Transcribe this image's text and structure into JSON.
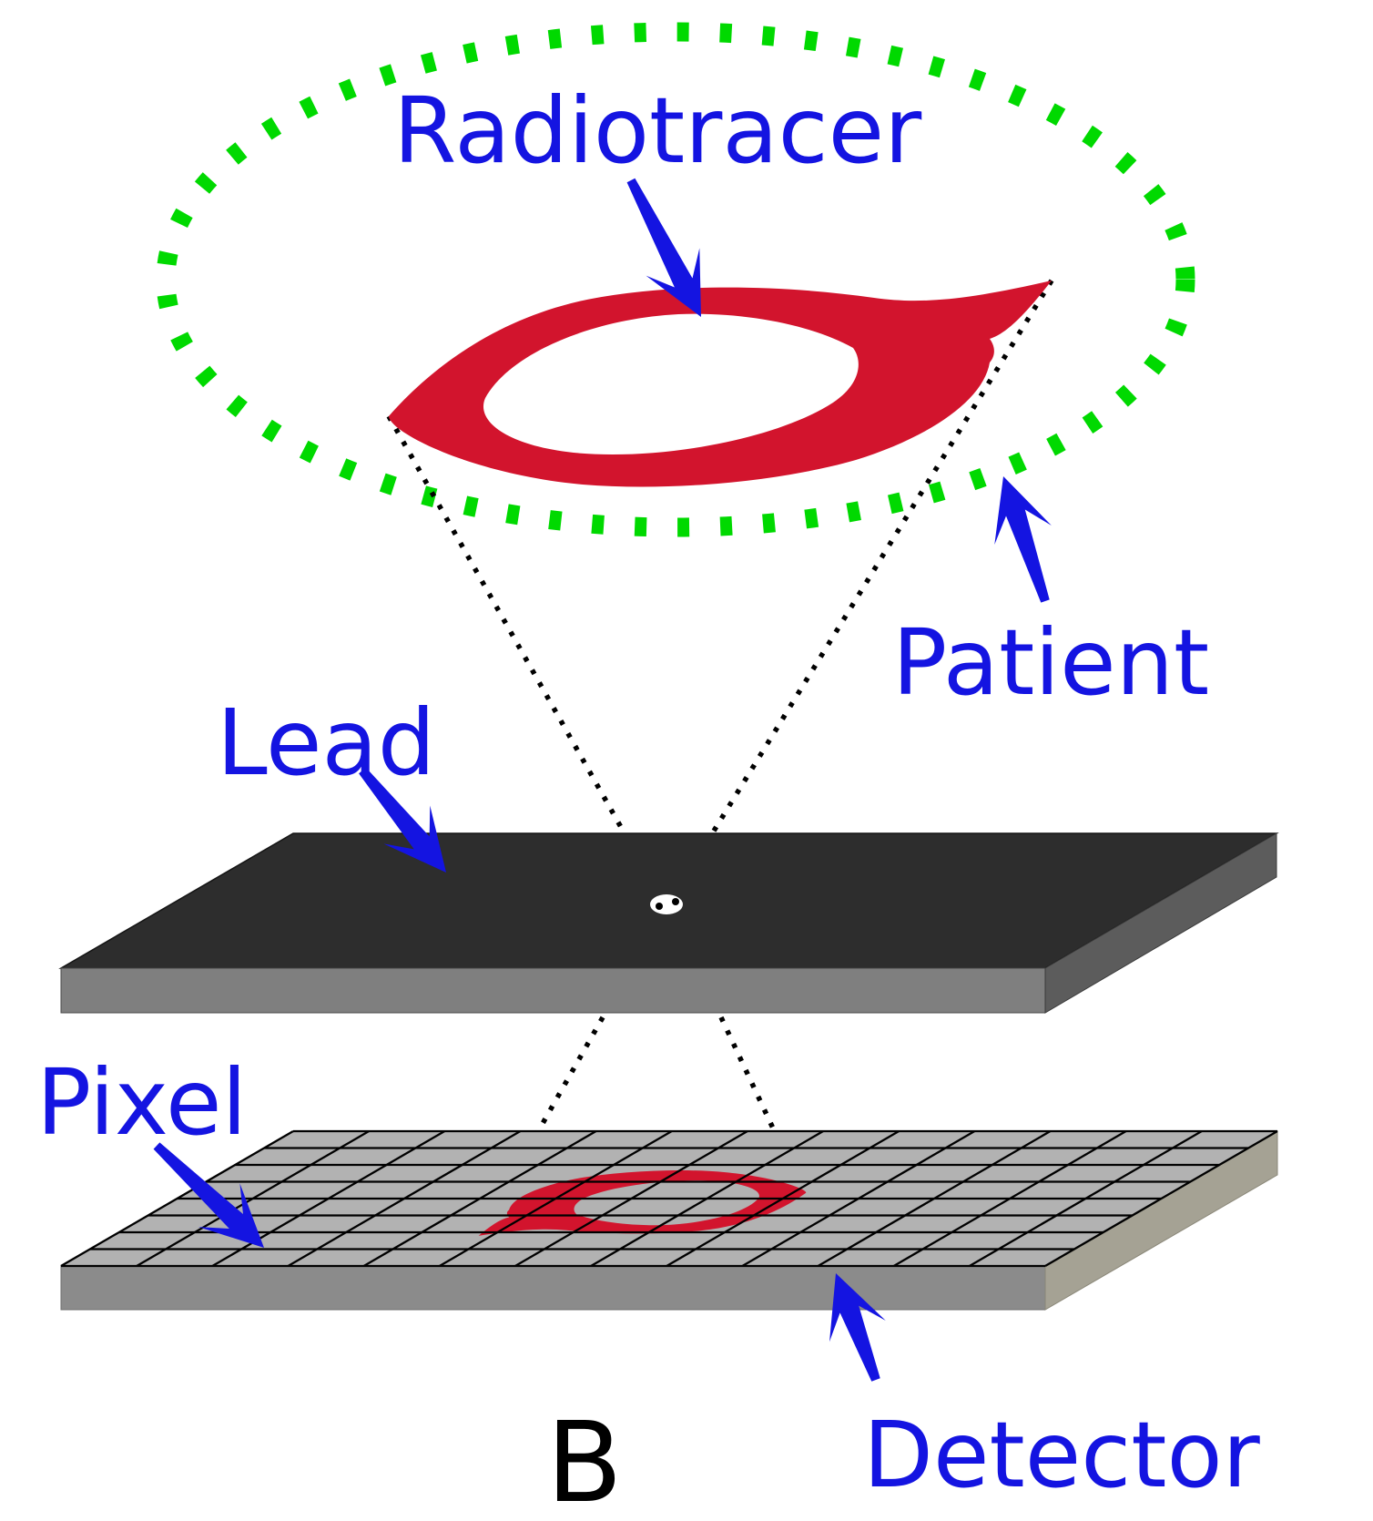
{
  "diagram": {
    "panel_label": "B",
    "labels": {
      "radiotracer": "Radiotracer",
      "patient": "Patient",
      "lead": "Lead",
      "pixel": "Pixel",
      "detector": "Detector"
    },
    "colors": {
      "label_blue": "#1414e1",
      "panel_black": "#000000",
      "tracer_red": "#d2142d",
      "patient_green": "#00d900",
      "ray_black": "#000000",
      "lead_top": "#2d2d2d",
      "lead_front": "#7f7f7f",
      "lead_side": "#5c5c5c",
      "detector_top": "#b2b2b2",
      "detector_front": "#8b8b8b",
      "detector_side": "#a5a294",
      "pinhole_white": "#ffffff"
    },
    "grid": {
      "cols": 13,
      "rows": 8
    }
  }
}
